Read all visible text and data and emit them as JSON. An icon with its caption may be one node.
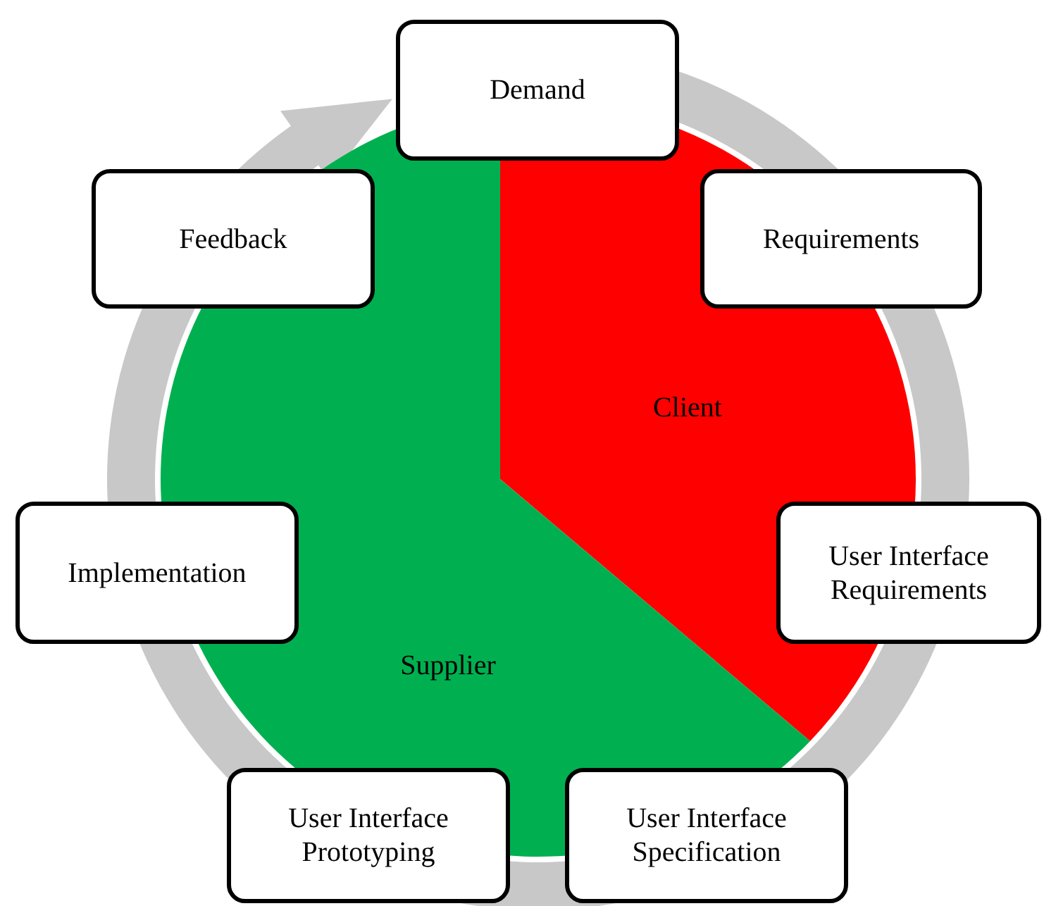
{
  "diagram": {
    "nodes": [
      {
        "text": [
          "Client"
        ]
      },
      {
        "text": [
          "Supplier"
        ]
      },
      {
        "text": [
          "Demand"
        ]
      },
      {
        "text": [
          "Requirements"
        ]
      },
      {
        "text": [
          "User Interface Requirements"
        ]
      },
      {
        "text": [
          "User Interface Specification"
        ]
      },
      {
        "text": [
          "User Interface Prototyping"
        ]
      },
      {
        "text": [
          "Implementation"
        ]
      },
      {
        "text": [
          "Feedback"
        ]
      }
    ]
  }
}
